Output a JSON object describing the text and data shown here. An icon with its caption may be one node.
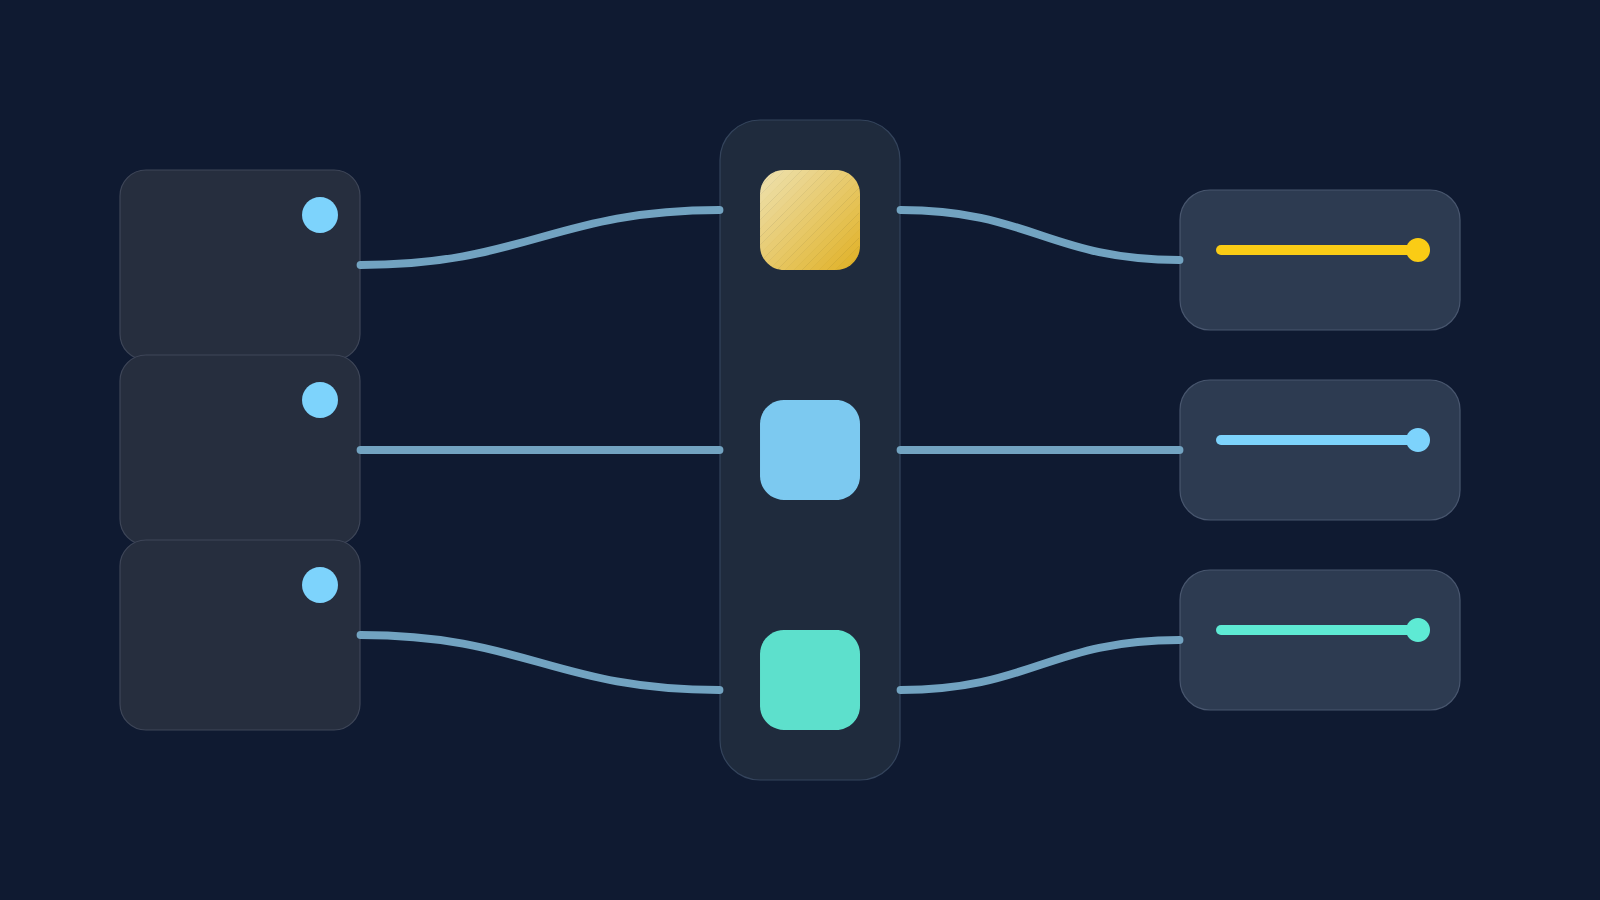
{
  "diagram": {
    "nodes": [
      {
        "text": [],
        "shape": "box"
      },
      {
        "text": [],
        "shape": "box"
      },
      {
        "text": [],
        "shape": "box"
      },
      {
        "text": [],
        "shape": "box"
      },
      {
        "text": [],
        "shape": "box",
        "in": 3
      },
      {
        "text": [],
        "shape": "box",
        "in": 3
      },
      {
        "text": [],
        "shape": "box",
        "in": 3
      },
      {
        "text": [],
        "shape": "box"
      },
      {
        "text": [],
        "shape": "box"
      },
      {
        "text": [],
        "shape": "box"
      }
    ],
    "edges": [
      {
        "from": 0,
        "to": 3,
        "arrow": "none"
      },
      {
        "from": 1,
        "to": 3,
        "arrow": "none"
      },
      {
        "from": 2,
        "to": 3,
        "arrow": "none"
      },
      {
        "from": 3,
        "to": 7,
        "arrow": "none"
      },
      {
        "from": 3,
        "to": 8,
        "arrow": "none"
      },
      {
        "from": 3,
        "to": 9,
        "arrow": "none"
      }
    ]
  }
}
